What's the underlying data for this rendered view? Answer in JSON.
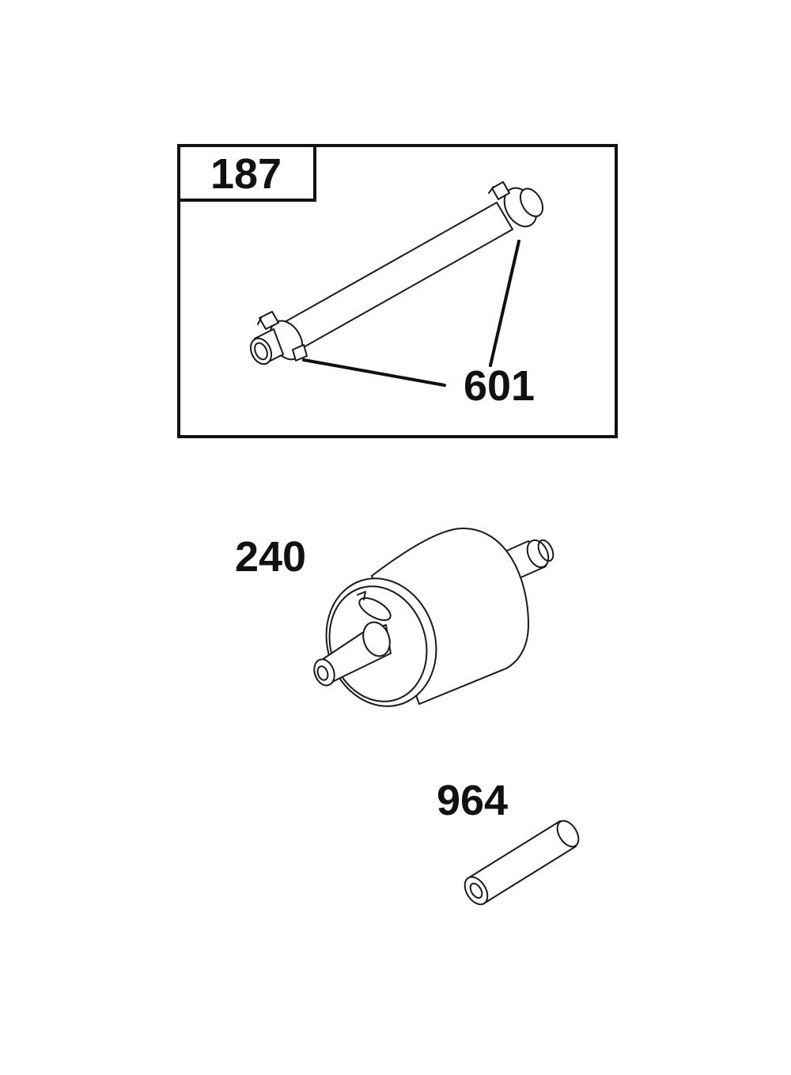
{
  "kit": {
    "number": "187"
  },
  "parts": [
    {
      "number": "601"
    },
    {
      "number": "240"
    },
    {
      "number": "964"
    }
  ],
  "colors": {
    "line": "#111111",
    "background": "#ffffff"
  }
}
